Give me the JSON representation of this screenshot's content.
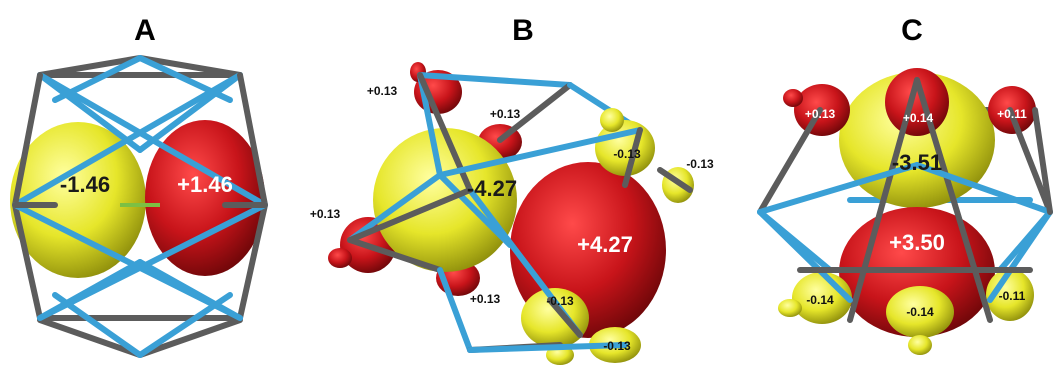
{
  "panels": [
    {
      "label": "A",
      "values": [
        "-1.46",
        "+1.46"
      ]
    },
    {
      "label": "B",
      "values": [
        "+0.13",
        "+0.13",
        "-0.13",
        "-0.13",
        "-4.27",
        "+4.27",
        "+0.13",
        "+0.13",
        "-0.13",
        "-0.13"
      ]
    },
    {
      "label": "C",
      "values": [
        "+0.13",
        "+0.14",
        "+0.11",
        "-3.51",
        "+3.50",
        "-0.14",
        "-0.14",
        "-0.11"
      ]
    }
  ],
  "colors": {
    "positive_lobe": "#c8141a",
    "negative_lobe": "#e6e62a",
    "bond_blue": "#3aa0d6",
    "bond_gray": "#5c5c5c"
  }
}
